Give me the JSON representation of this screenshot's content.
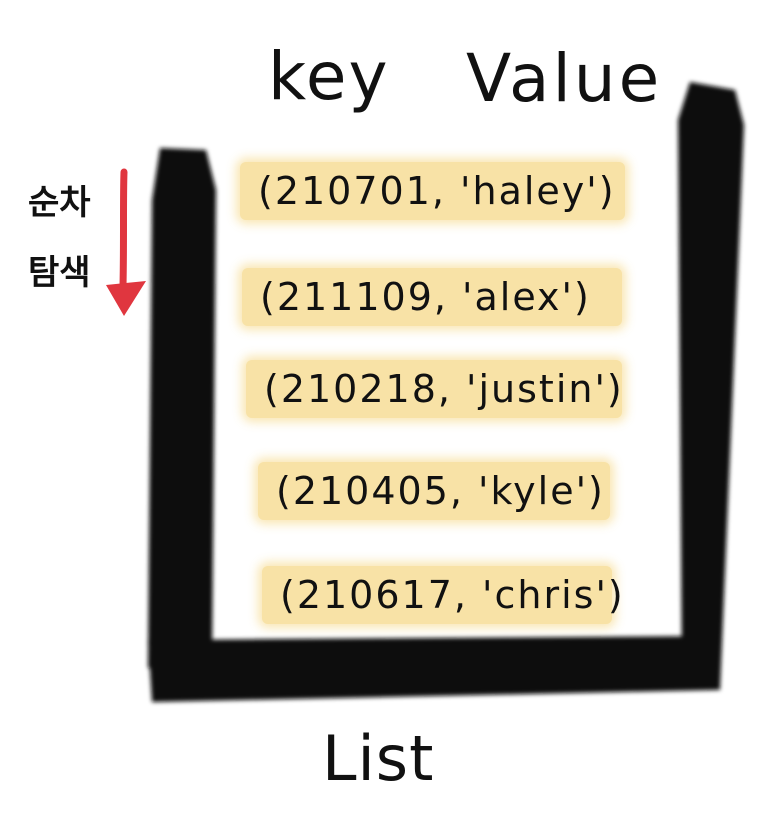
{
  "header": {
    "key_label": "key",
    "value_label": "Value"
  },
  "side_label": {
    "line1": "순차",
    "line2": "탐색"
  },
  "list": {
    "items": [
      {
        "text": "(210701, 'haley')"
      },
      {
        "text": "(211109, 'alex')"
      },
      {
        "text": "(210218, 'justin')"
      },
      {
        "text": "(210405, 'kyle')"
      },
      {
        "text": "(210617, 'chris')"
      }
    ],
    "label": "List"
  },
  "colors": {
    "row_highlight": "#f8e2a6",
    "arrow": "#e0363f",
    "frame": "#111111"
  }
}
